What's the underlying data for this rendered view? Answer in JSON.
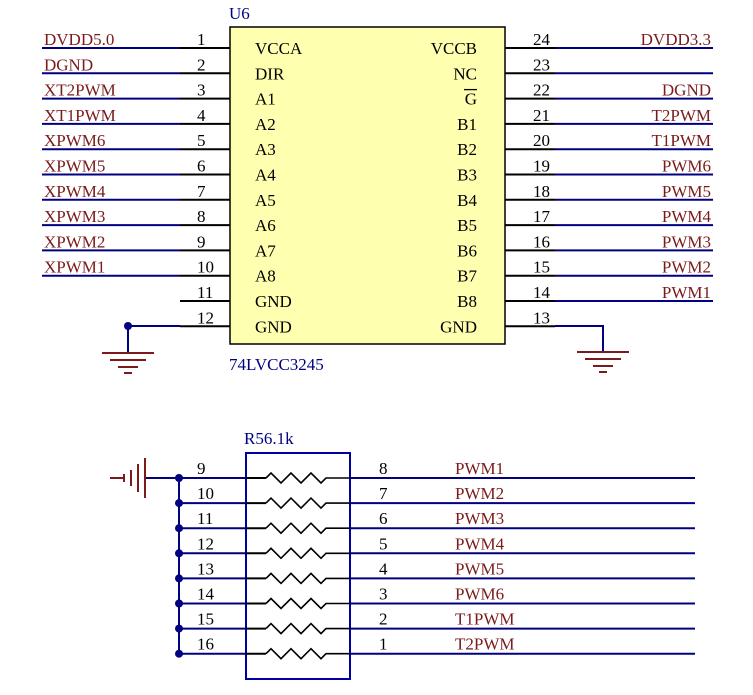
{
  "ic": {
    "designator": "U6",
    "part": "74LVCC3245",
    "left_pins": [
      {
        "num": "1",
        "name": "VCCA",
        "net": "DVDD5.0"
      },
      {
        "num": "2",
        "name": "DIR",
        "net": "DGND"
      },
      {
        "num": "3",
        "name": "A1",
        "net": "XT2PWM"
      },
      {
        "num": "4",
        "name": "A2",
        "net": "XT1PWM"
      },
      {
        "num": "5",
        "name": "A3",
        "net": "XPWM6"
      },
      {
        "num": "6",
        "name": "A4",
        "net": "XPWM5"
      },
      {
        "num": "7",
        "name": "A5",
        "net": "XPWM4"
      },
      {
        "num": "8",
        "name": "A6",
        "net": "XPWM3"
      },
      {
        "num": "9",
        "name": "A7",
        "net": "XPWM2"
      },
      {
        "num": "10",
        "name": "A8",
        "net": "XPWM1"
      },
      {
        "num": "11",
        "name": "GND",
        "net": ""
      },
      {
        "num": "12",
        "name": "GND",
        "net": ""
      }
    ],
    "right_pins": [
      {
        "num": "24",
        "name": "VCCB",
        "net": "DVDD3.3"
      },
      {
        "num": "23",
        "name": "NC",
        "net": ""
      },
      {
        "num": "22",
        "name": "G",
        "net": "DGND"
      },
      {
        "num": "21",
        "name": "B1",
        "net": "T2PWM"
      },
      {
        "num": "20",
        "name": "B2",
        "net": "T1PWM"
      },
      {
        "num": "19",
        "name": "B3",
        "net": "PWM6"
      },
      {
        "num": "18",
        "name": "B4",
        "net": "PWM5"
      },
      {
        "num": "17",
        "name": "B5",
        "net": "PWM4"
      },
      {
        "num": "16",
        "name": "B6",
        "net": "PWM3"
      },
      {
        "num": "15",
        "name": "B7",
        "net": "PWM2"
      },
      {
        "num": "14",
        "name": "B8",
        "net": "PWM1"
      },
      {
        "num": "13",
        "name": "GND",
        "net": ""
      }
    ]
  },
  "rn": {
    "label": "R56.1k",
    "rows": [
      {
        "left": "9",
        "right": "8",
        "net": "PWM1"
      },
      {
        "left": "10",
        "right": "7",
        "net": "PWM2"
      },
      {
        "left": "11",
        "right": "6",
        "net": "PWM3"
      },
      {
        "left": "12",
        "right": "5",
        "net": "PWM4"
      },
      {
        "left": "13",
        "right": "4",
        "net": "PWM5"
      },
      {
        "left": "14",
        "right": "3",
        "net": "PWM6"
      },
      {
        "left": "15",
        "right": "2",
        "net": "T1PWM"
      },
      {
        "left": "16",
        "right": "1",
        "net": "T2PWM"
      }
    ]
  },
  "colors": {
    "wire": "#000080",
    "body_fill": "#ffffb0",
    "body_stroke": "#000000",
    "pin_line": "#000000",
    "net_label": "#7a1a1a",
    "text": "#000000",
    "designator": "#000080",
    "rn_stroke": "#0000a0",
    "ground": "#7a1a1a",
    "junction": "#000080"
  }
}
